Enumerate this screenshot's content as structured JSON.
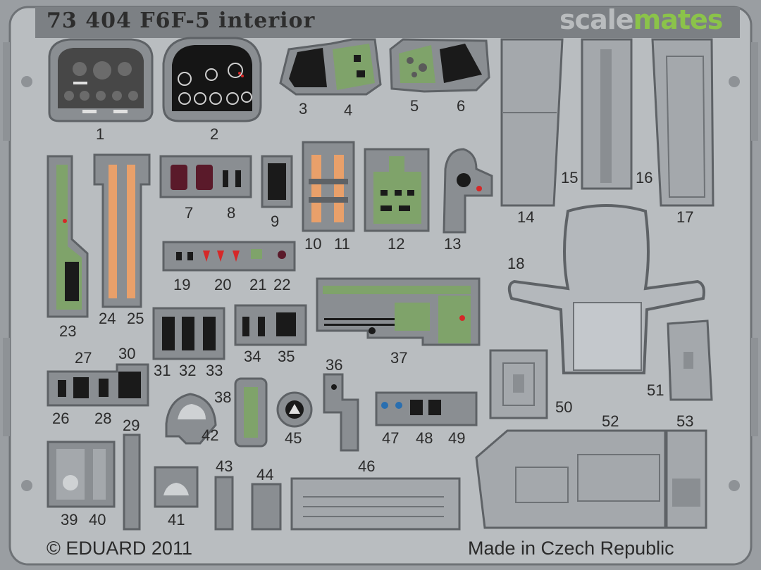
{
  "fret": {
    "product_code": "73 404",
    "product_name": "F6F-5 interior",
    "copyright": "© EDUARD 2011",
    "origin": "Made in Czech Republic",
    "colors": {
      "fret": "#b9bdc0",
      "panel": "#1e1e1e",
      "green": "#7fa36a",
      "harness": "#e9a06a",
      "red": "#d62828",
      "maroon": "#5a1a2a"
    }
  },
  "brand": {
    "part1": "scale",
    "part2": "mates"
  },
  "labels": [
    {
      "id": "1",
      "text": "1"
    },
    {
      "id": "2",
      "text": "2"
    },
    {
      "id": "3",
      "text": "3"
    },
    {
      "id": "4",
      "text": "4"
    },
    {
      "id": "5",
      "text": "5"
    },
    {
      "id": "6",
      "text": "6"
    },
    {
      "id": "7",
      "text": "7"
    },
    {
      "id": "8",
      "text": "8"
    },
    {
      "id": "9",
      "text": "9"
    },
    {
      "id": "10",
      "text": "10"
    },
    {
      "id": "11",
      "text": "11"
    },
    {
      "id": "12",
      "text": "12"
    },
    {
      "id": "13",
      "text": "13"
    },
    {
      "id": "14",
      "text": "14"
    },
    {
      "id": "15",
      "text": "15"
    },
    {
      "id": "16",
      "text": "16"
    },
    {
      "id": "17",
      "text": "17"
    },
    {
      "id": "18",
      "text": "18"
    },
    {
      "id": "19",
      "text": "19"
    },
    {
      "id": "20",
      "text": "20"
    },
    {
      "id": "21",
      "text": "21"
    },
    {
      "id": "22",
      "text": "22"
    },
    {
      "id": "23",
      "text": "23"
    },
    {
      "id": "24",
      "text": "24"
    },
    {
      "id": "25",
      "text": "25"
    },
    {
      "id": "26",
      "text": "26"
    },
    {
      "id": "27",
      "text": "27"
    },
    {
      "id": "28",
      "text": "28"
    },
    {
      "id": "29",
      "text": "29"
    },
    {
      "id": "30",
      "text": "30"
    },
    {
      "id": "31",
      "text": "31"
    },
    {
      "id": "32",
      "text": "32"
    },
    {
      "id": "33",
      "text": "33"
    },
    {
      "id": "34",
      "text": "34"
    },
    {
      "id": "35",
      "text": "35"
    },
    {
      "id": "36",
      "text": "36"
    },
    {
      "id": "37",
      "text": "37"
    },
    {
      "id": "38",
      "text": "38"
    },
    {
      "id": "39",
      "text": "39"
    },
    {
      "id": "40",
      "text": "40"
    },
    {
      "id": "41",
      "text": "41"
    },
    {
      "id": "42",
      "text": "42"
    },
    {
      "id": "43",
      "text": "43"
    },
    {
      "id": "44",
      "text": "44"
    },
    {
      "id": "45",
      "text": "45"
    },
    {
      "id": "46",
      "text": "46"
    },
    {
      "id": "47",
      "text": "47"
    },
    {
      "id": "48",
      "text": "48"
    },
    {
      "id": "49",
      "text": "49"
    },
    {
      "id": "50",
      "text": "50"
    },
    {
      "id": "51",
      "text": "51"
    },
    {
      "id": "52",
      "text": "52"
    },
    {
      "id": "53",
      "text": "53"
    }
  ]
}
